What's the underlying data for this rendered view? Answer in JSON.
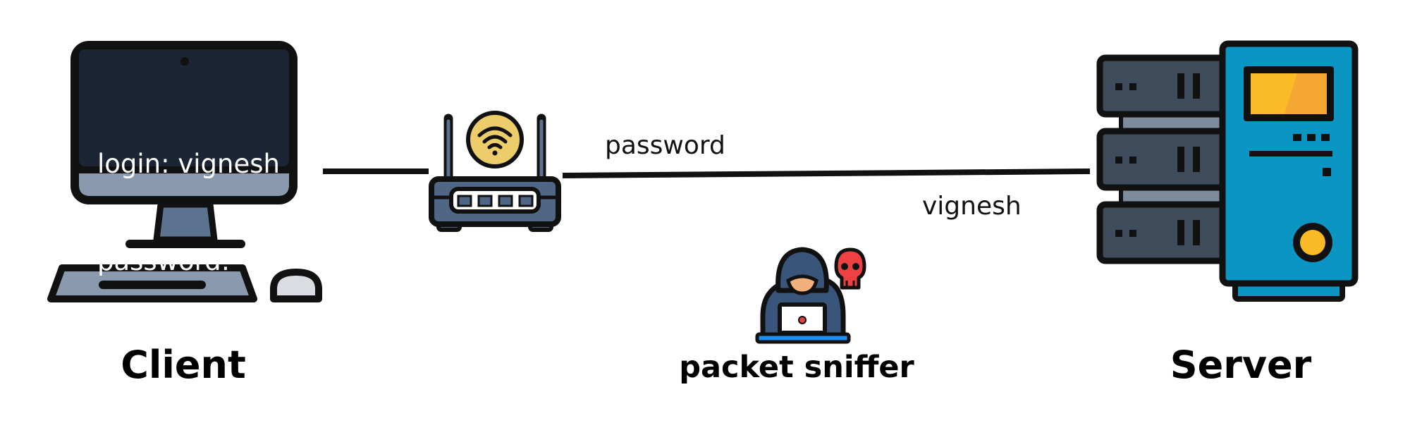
{
  "client": {
    "screen_lines": [
      "login: vignesh",
      "password: ***"
    ],
    "caption": "Client"
  },
  "network": {
    "message_labels": {
      "password": "password",
      "username": "vignesh"
    }
  },
  "attacker": {
    "caption": "packet sniffer",
    "icons": [
      "hooded-hacker-icon",
      "skull-icon",
      "laptop-icon"
    ]
  },
  "server": {
    "caption": "Server"
  },
  "icons": [
    "desktop-computer-icon",
    "keyboard-icon",
    "mouse-icon",
    "wifi-router-icon",
    "wifi-icon",
    "server-rack-icon",
    "server-tower-icon"
  ],
  "colors": {
    "outline": "#111111",
    "monitor_screen": "#1c2533",
    "monitor_base": "#8a99ae",
    "router_body": "#4f6785",
    "wifi_badge": "#edcc6a",
    "rack_unit": "#3d4b5b",
    "tower_body": "#0a95c2",
    "tower_display": "#fbbb27",
    "tower_button": "#f8bb25",
    "hacker_hood": "#39567a",
    "skull": "#ee4242",
    "laptop_base": "#1e8ef0"
  }
}
